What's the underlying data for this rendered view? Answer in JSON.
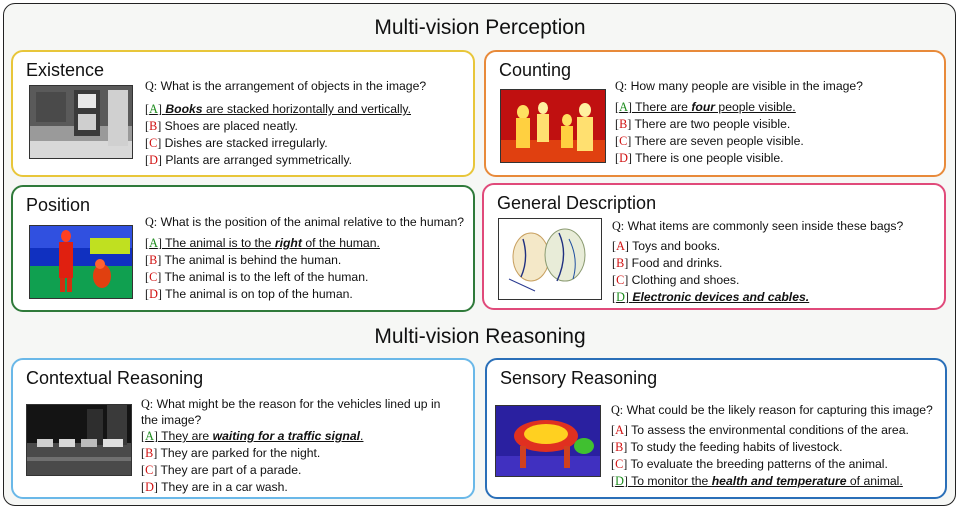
{
  "sections": {
    "perception_title": "Multi-vision Perception",
    "reasoning_title": "Multi-vision Reasoning"
  },
  "colors": {
    "existence": "#e8c63a",
    "counting": "#e88a3a",
    "position": "#2f7a3a",
    "general": "#e04a7a",
    "contextual": "#6ab8e8",
    "sensory": "#2a6fb8",
    "correct_letter": "#1a8a1a",
    "wrong_letter": "#d01010"
  },
  "cards": {
    "existence": {
      "title": "Existence",
      "q_label": "Q:",
      "question": "What is the arrangement of objects in the image?",
      "options": [
        {
          "letter": "A",
          "correct": true,
          "pre": "",
          "em": "Books",
          "post": " are stacked horizontally and vertically."
        },
        {
          "letter": "B",
          "correct": false,
          "text": "Shoes are placed neatly."
        },
        {
          "letter": "C",
          "correct": false,
          "text": "Dishes are stacked irregularly."
        },
        {
          "letter": "D",
          "correct": false,
          "text": "Plants are arranged symmetrically."
        }
      ]
    },
    "counting": {
      "title": "Counting",
      "q_label": "Q:",
      "question": "How many people are visible in the image?",
      "options": [
        {
          "letter": "A",
          "correct": true,
          "pre": "There are ",
          "em": "four",
          "post": " people visible."
        },
        {
          "letter": "B",
          "correct": false,
          "text": "There are two people visible."
        },
        {
          "letter": "C",
          "correct": false,
          "text": "There are seven people visible."
        },
        {
          "letter": "D",
          "correct": false,
          "text": "There is one people visible."
        }
      ]
    },
    "position": {
      "title": "Position",
      "q_label": "Q:",
      "question": "What is the position of the animal relative to the human?",
      "options": [
        {
          "letter": "A",
          "correct": true,
          "pre": "The animal is to the ",
          "em": "right",
          "post": " of the human."
        },
        {
          "letter": "B",
          "correct": false,
          "text": "The animal is behind the human."
        },
        {
          "letter": "C",
          "correct": false,
          "text": "The animal is to the left of the human."
        },
        {
          "letter": "D",
          "correct": false,
          "text": "The animal is on top of the human."
        }
      ]
    },
    "general": {
      "title": "General Description",
      "q_label": "Q:",
      "question": "What items are commonly seen inside these bags?",
      "options": [
        {
          "letter": "A",
          "correct": false,
          "text": "Toys and books."
        },
        {
          "letter": "B",
          "correct": false,
          "text": "Food and drinks."
        },
        {
          "letter": "C",
          "correct": false,
          "text": "Clothing and shoes."
        },
        {
          "letter": "D",
          "correct": true,
          "pre": "",
          "em": "Electronic devices and cables.",
          "post": ""
        }
      ]
    },
    "contextual": {
      "title": "Contextual Reasoning",
      "q_label": "Q:",
      "question_line1": "What might be the reason for the vehicles lined up in",
      "question_line2": "the image?",
      "options": [
        {
          "letter": "A",
          "correct": true,
          "pre": "They are ",
          "em": "waiting for a traffic signal",
          "post": "."
        },
        {
          "letter": "B",
          "correct": false,
          "text": "They are parked for the night."
        },
        {
          "letter": "C",
          "correct": false,
          "text": "They are part of a parade."
        },
        {
          "letter": "D",
          "correct": false,
          "text": "They are in a car wash."
        }
      ]
    },
    "sensory": {
      "title": "Sensory Reasoning",
      "q_label": "Q:",
      "question": "What could be the likely reason for capturing this image?",
      "options": [
        {
          "letter": "A",
          "correct": false,
          "text": "To assess the environmental conditions of the area."
        },
        {
          "letter": "B",
          "correct": false,
          "text": "To study the feeding habits of livestock."
        },
        {
          "letter": "C",
          "correct": false,
          "text": "To evaluate the breeding patterns of the animal."
        },
        {
          "letter": "D",
          "correct": true,
          "pre": "To monitor the ",
          "em": "health and temperature",
          "post": " of animal."
        }
      ]
    }
  }
}
